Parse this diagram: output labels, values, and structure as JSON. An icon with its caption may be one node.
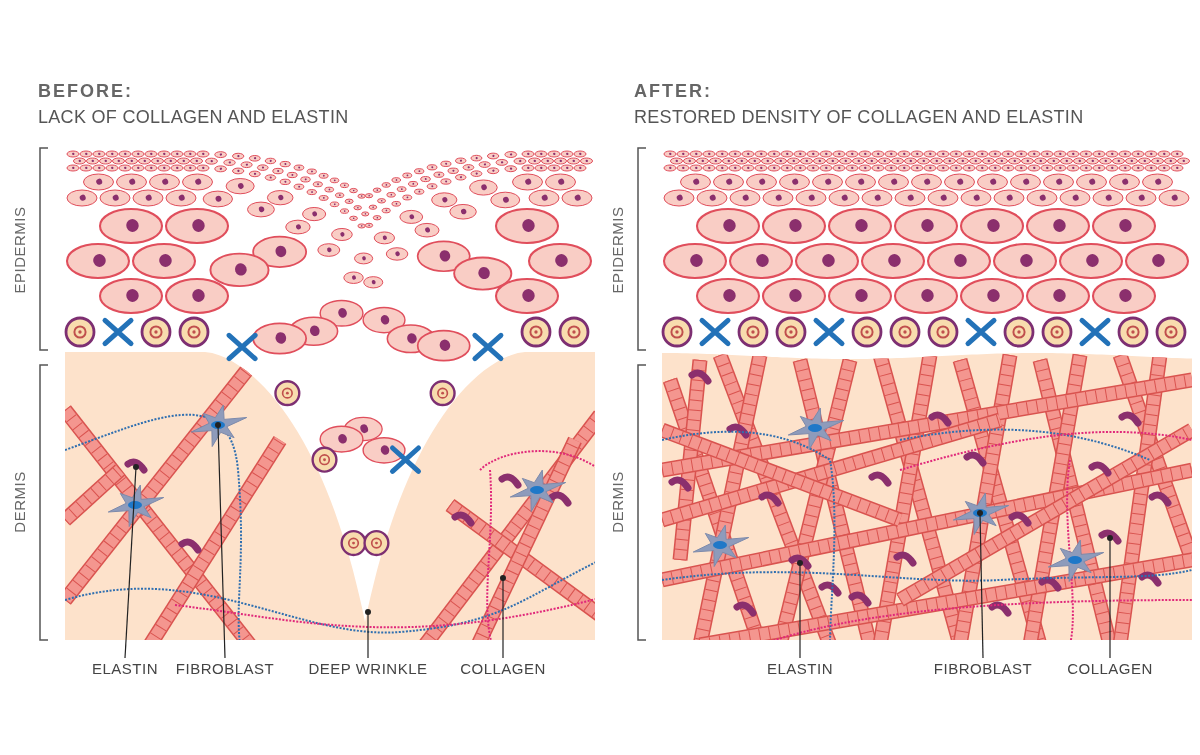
{
  "diagram": {
    "nodes": [
      {
        "text": [
          "ELASTIN"
        ]
      },
      {
        "text": [
          "FIBROBLAST"
        ]
      },
      {
        "text": [
          "DEEP WRINKLE"
        ]
      },
      {
        "text": [
          "COLLAGEN"
        ]
      },
      {
        "text": [
          "ELASTIN"
        ]
      },
      {
        "text": [
          "FIBROBLAST"
        ]
      },
      {
        "text": [
          "COLLAGEN"
        ]
      }
    ],
    "edges": [
      {
        "from": 0,
        "to": null,
        "arrow": "other"
      },
      {
        "from": 1,
        "to": null,
        "arrow": "other"
      },
      {
        "from": 2,
        "to": null,
        "arrow": "other"
      },
      {
        "from": 3,
        "to": null,
        "arrow": "other"
      },
      {
        "from": 4,
        "to": null,
        "arrow": "other"
      },
      {
        "from": 5,
        "to": null,
        "arrow": "other"
      },
      {
        "from": 6,
        "to": null,
        "arrow": "other"
      }
    ],
    "labels": [
      "BEFORE:",
      "LACK OF COLLAGEN AND ELASTIN",
      "AFTER:",
      "RESTORED DENSITY OF COLLAGEN AND ELASTIN",
      "EPIDERMIS",
      "DERMIS",
      "EPIDERMIS",
      "DERMIS"
    ]
  }
}
